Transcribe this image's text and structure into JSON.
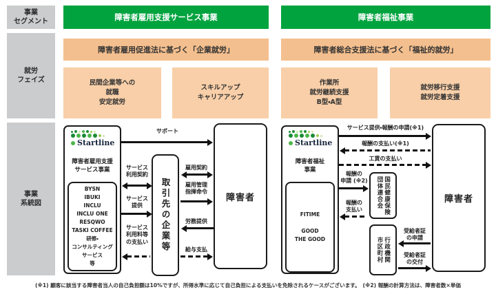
{
  "row_labels": {
    "segment": "事業\nセグメント",
    "phase": "就労\nフェイズ",
    "diagram": "事業\n系統図"
  },
  "segments": {
    "left": {
      "header": "障害者雇用支援サービス事業",
      "law": "障害者雇用促進法に基づく「企業就労」",
      "phases": [
        "民間企業等への\n就職\n安定就労",
        "スキルアップ\nキャリアアップ"
      ]
    },
    "right": {
      "header": "障害者福祉事業",
      "law": "障害者総合支援法に基づく「福祉的就労」",
      "phases": [
        "作業所\n就労継続支援\nB型・A型",
        "就労移行支援\n就労定着支援"
      ]
    }
  },
  "diagram_left": {
    "startline": {
      "logo_text": "Startline",
      "division": "障害者雇用支援\nサービス事業",
      "services": "BYSN\nIBUKI\nINCLU\nINCLU ONE\nRESQWO\nTASKI COFFEE\n研修・\nコンサルティング\nサービス\n等"
    },
    "client_box": "取引先の企業等",
    "person_box": "障害者",
    "arrows": {
      "support": "サポート",
      "service_contract": "サービス\n利用契約",
      "service_provide": "サービス\n提供",
      "service_fee": "サービス\n利用料等\nの支払い",
      "employment_contract": "雇用契約",
      "management": "雇用管理\n指揮命令",
      "labor": "労務提供",
      "salary": "給与支払"
    }
  },
  "diagram_right": {
    "startline": {
      "logo_text": "Startline",
      "division": "障害者福祉\n事業",
      "services": "FITIME\n\nGOOD\nTHE GOOD"
    },
    "kokuhoren_box": "国民健康保険\n団体連合会",
    "gov_box": "行政機関\n市区町村",
    "person_box": "障害者",
    "arrows": {
      "service_apply": "サービス提供・報酬の申請(※1)",
      "reward_pay": "報酬の支払い(※1)",
      "wage_pay": "工賃の支払い",
      "reward_apply": "報酬の\n申請 (※2)",
      "reward_pay2": "報酬の\n支払い",
      "cert_apply": "受給者証\nの申請",
      "cert_issue": "受給者証\nの交付"
    }
  },
  "footnote": "(※1) 顧客に該当する障害者当人の自己負担額は10%ですが、所得水準に応じて自己負担による支払いを免除されるケースがございます。　(※2) 報酬の計算方法は、障害者数×単価"
}
